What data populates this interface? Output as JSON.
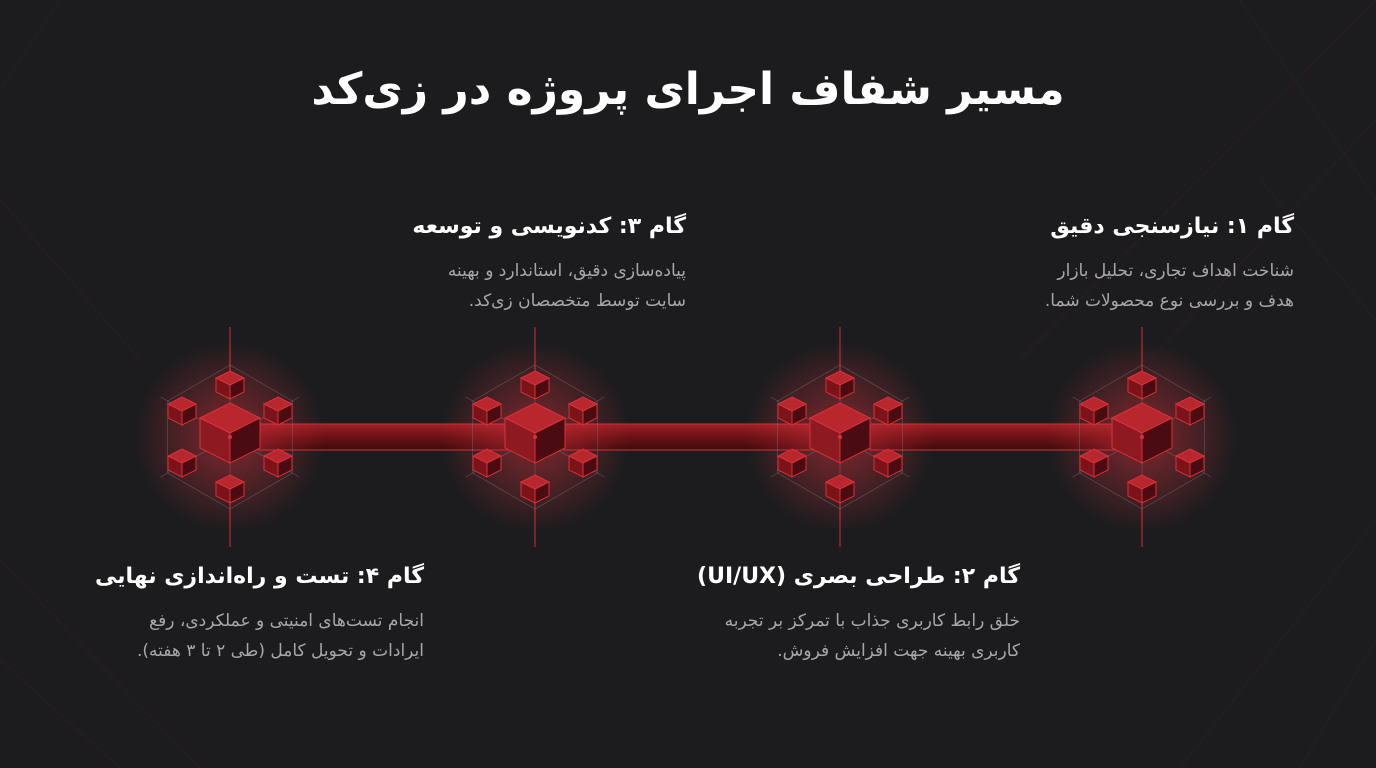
{
  "title": "مسیر شفاف اجرای پروژه در زی‌کد",
  "colors": {
    "background": "#1c1c1e",
    "accent": "#d8313a",
    "accent_dark": "#7a1418",
    "text": "#ffffff",
    "muted_text": "#a7a7ab"
  },
  "steps": [
    {
      "title": "گام ۱: نیازسنجی دقیق",
      "line1": "شناخت اهداف تجاری، تحلیل بازار",
      "line2": "هدف و بررسی نوع محصولات شما."
    },
    {
      "title": "گام ۲: طراحی بصری (UI/UX)",
      "line1": "خلق رابط کاربری جذاب با تمرکز بر تجربه",
      "line2": "کاربری بهینه جهت افزایش فروش."
    },
    {
      "title": "گام ۳: کدنویسی و توسعه",
      "line1": "پیاده‌سازی دقیق، استاندارد و بهینه",
      "line2": "سایت توسط متخصصان زی‌کد."
    },
    {
      "title": "گام ۴: تست و راه‌اندازی نهایی",
      "line1": "انجام تست‌های امنیتی و عملکردی، رفع",
      "line2": "ایرادات و تحویل کامل (طی ۲ تا ۳ هفته)."
    }
  ],
  "nodes": [
    {
      "name": "node-step-1",
      "icon": "cube-network-icon"
    },
    {
      "name": "node-step-2",
      "icon": "cube-network-icon"
    },
    {
      "name": "node-step-3",
      "icon": "cube-network-icon"
    },
    {
      "name": "node-step-4",
      "icon": "cube-network-icon"
    }
  ]
}
